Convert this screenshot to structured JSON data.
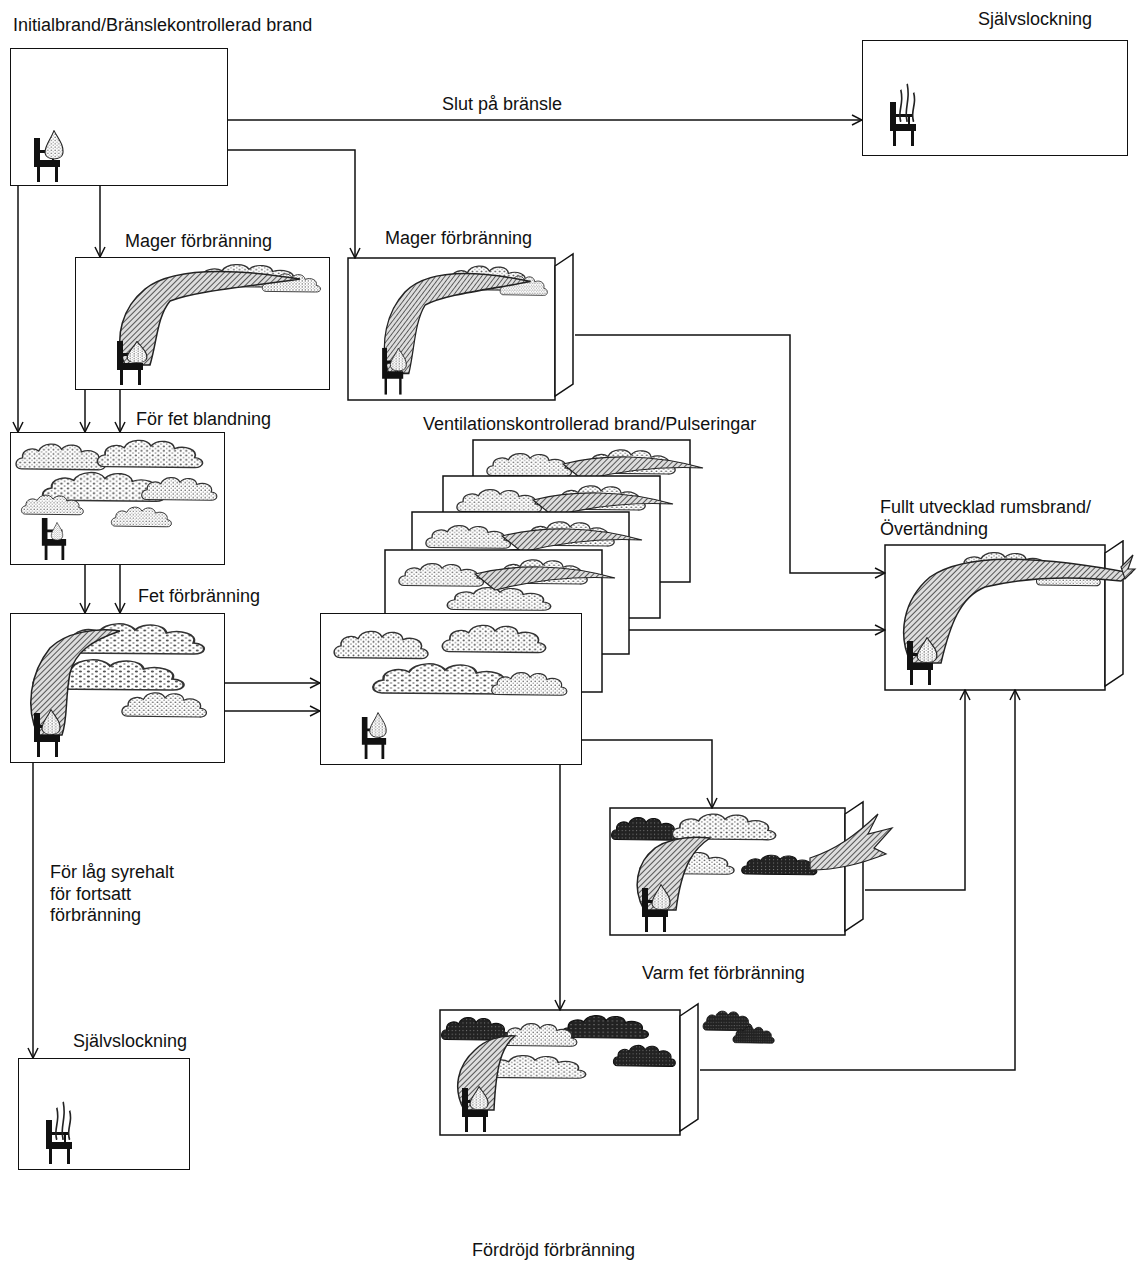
{
  "diagram": {
    "nodes": [
      {
        "text": [
          "Initialbrand/Bränslekontrollerad brand"
        ]
      },
      {
        "text": [
          "Självslockning"
        ]
      },
      {
        "text": [
          "Mager förbränning"
        ]
      },
      {
        "text": [
          "Mager förbränning"
        ]
      },
      {
        "text": [
          "För fet blandning"
        ]
      },
      {
        "text": [
          "Fet förbränning"
        ]
      },
      {
        "text": [
          "Ventilationskontrollerad brand/Pulseringar"
        ]
      },
      {
        "text": [
          "Fullt utvecklad rumsbrand/ Övertändning"
        ]
      },
      {
        "text": [
          "Varm fet förbränning"
        ]
      },
      {
        "text": [
          "Fördröjd förbränning"
        ]
      },
      {
        "text": [
          "Självslockning"
        ]
      }
    ],
    "edges": [
      {
        "from": 0,
        "to": 1,
        "arrow": "to",
        "label": "Slut på bränsle"
      },
      {
        "from": 0,
        "to": 2,
        "arrow": "to"
      },
      {
        "from": 0,
        "to": 3,
        "arrow": "to"
      },
      {
        "from": 0,
        "to": 4,
        "arrow": "to"
      },
      {
        "from": 2,
        "to": 4,
        "arrow": "to"
      },
      {
        "from": 2,
        "to": 4,
        "arrow": "to"
      },
      {
        "from": 4,
        "to": 5,
        "arrow": "to"
      },
      {
        "from": 4,
        "to": 5,
        "arrow": "to"
      },
      {
        "from": 5,
        "to": 6,
        "arrow": "to"
      },
      {
        "from": 5,
        "to": 6,
        "arrow": "to"
      },
      {
        "from": 5,
        "to": 10,
        "arrow": "to",
        "label": "För låg syrehalt för fortsatt förbränning"
      },
      {
        "from": 3,
        "to": 7,
        "arrow": "to"
      },
      {
        "from": 6,
        "to": 7,
        "arrow": "to"
      },
      {
        "from": 6,
        "to": 8,
        "arrow": "to"
      },
      {
        "from": 6,
        "to": 9,
        "arrow": "to"
      },
      {
        "from": 8,
        "to": 7,
        "arrow": "to"
      },
      {
        "from": 9,
        "to": 7,
        "arrow": "to"
      }
    ]
  }
}
